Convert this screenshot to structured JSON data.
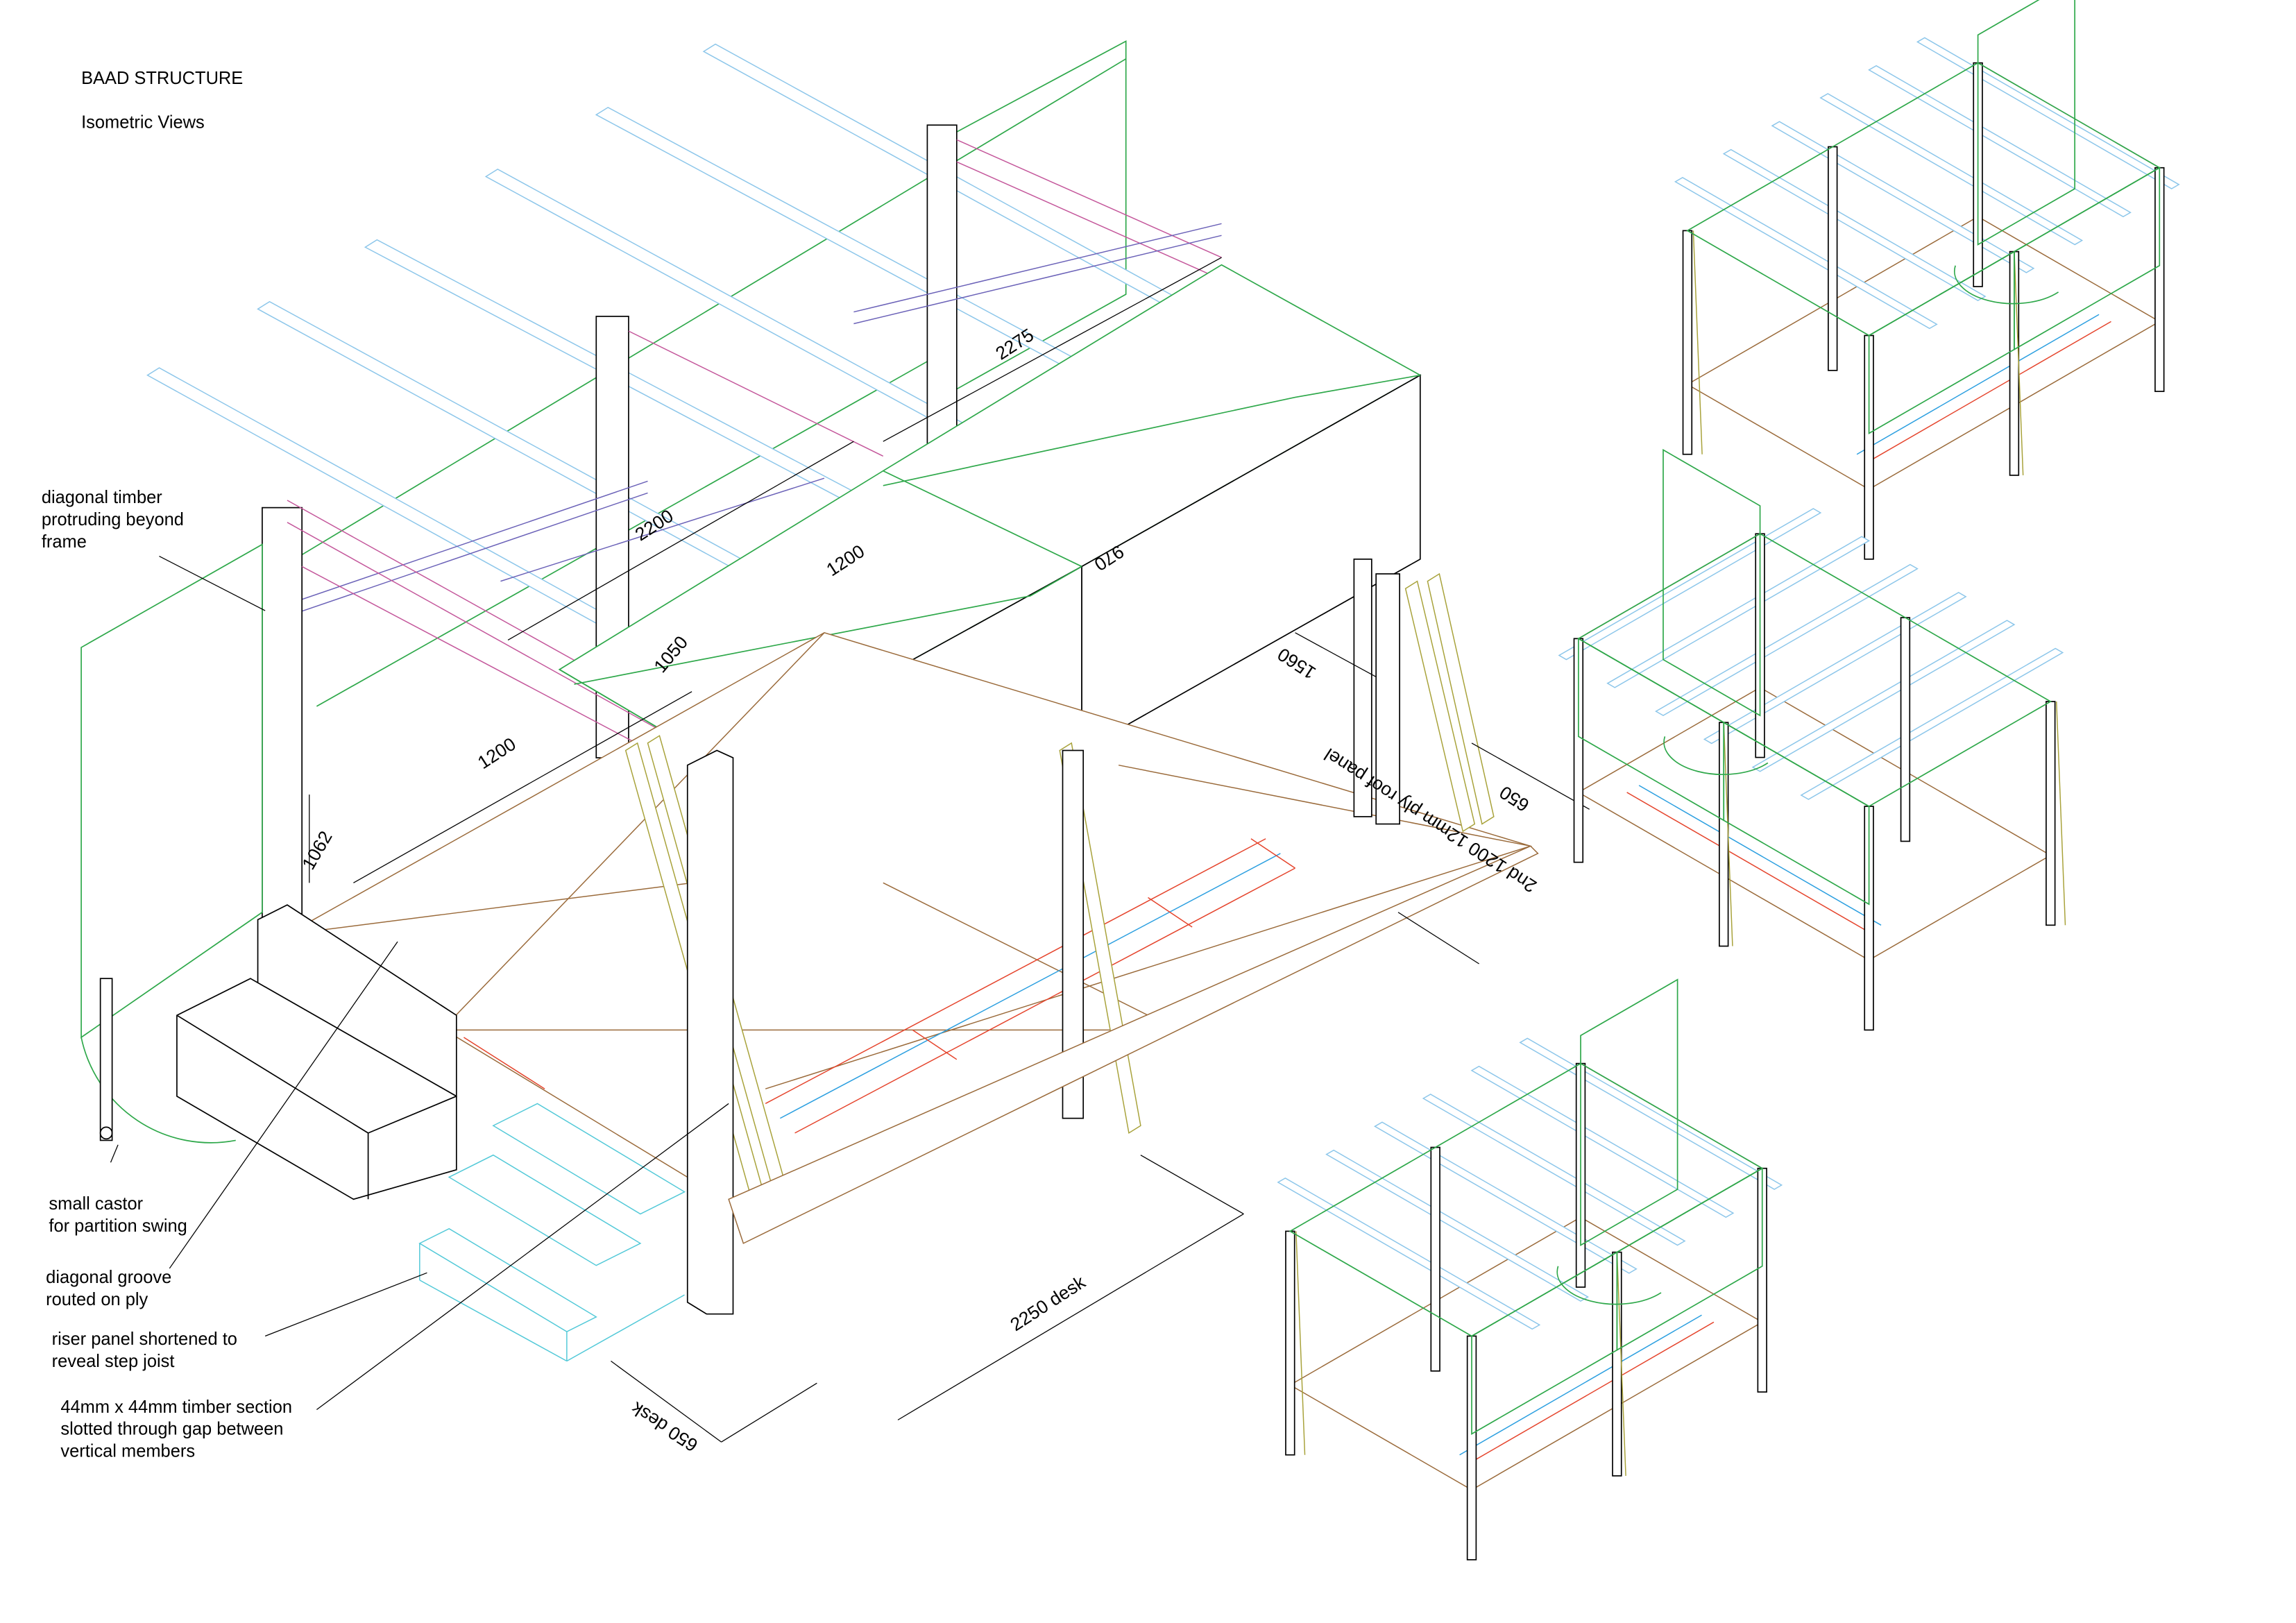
{
  "header": {
    "title": "BAAD STRUCTURE",
    "subtitle": "Isometric Views"
  },
  "annotations": {
    "diagonal_timber": [
      "diagonal timber",
      "protruding beyond",
      "frame"
    ],
    "castor": [
      "small castor",
      "for partition swing"
    ],
    "groove": [
      "diagonal groove",
      "routed on ply"
    ],
    "riser": [
      "riser panel shortened to",
      "reveal step joist"
    ],
    "timber_section": [
      "44mm x 44mm timber section",
      "slotted through gap between",
      "vertical members"
    ]
  },
  "dimensions": {
    "d2275": "2275",
    "d2200": "2200",
    "d1200_roof": "1200",
    "d1050": "1050",
    "d1200_floor": "1200",
    "d1062": "1062",
    "d970": "970",
    "d1560": "1560",
    "roof_panel_note": "2nd 1200 12mm ply roof panel",
    "d650": "650",
    "desk_length": "2250 desk",
    "desk_depth": "650 desk"
  },
  "colors": {
    "panel": "#2ea84a",
    "beam": "#8cc6ea",
    "joist": "#2b9fe0",
    "rail": "#c4579b",
    "brace": "#6b62b8",
    "ply": "#9a6a3a",
    "floor_joist": "#e5442c",
    "diagonal": "#a8a23a"
  }
}
